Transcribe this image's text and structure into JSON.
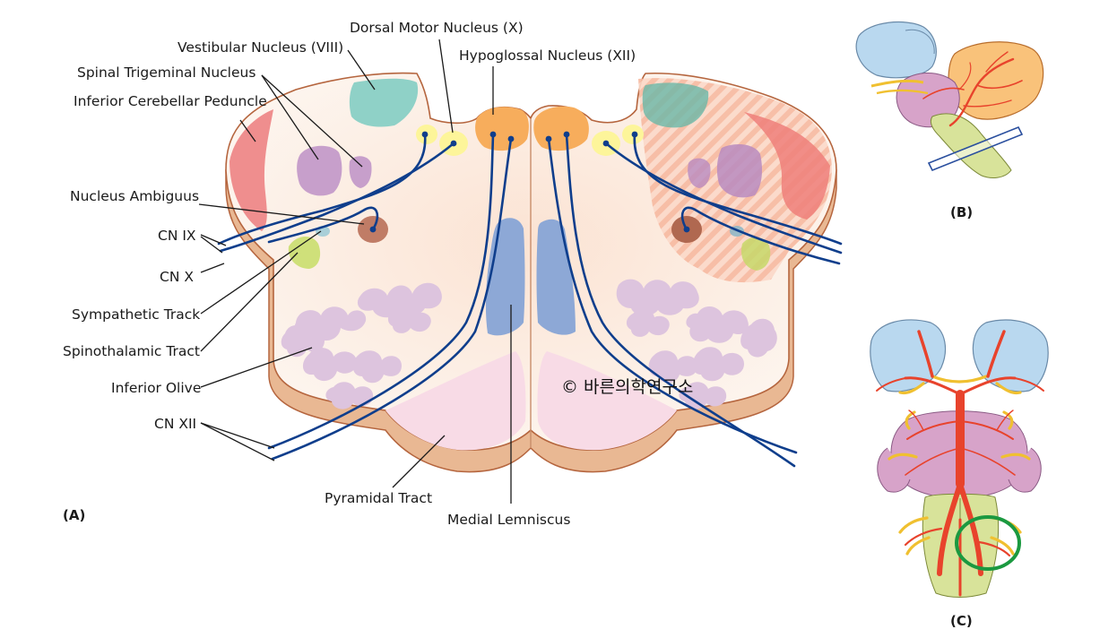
{
  "labels": {
    "dorsal_motor": "Dorsal Motor Nucleus (X)",
    "vestibular": "Vestibular Nucleus (VIII)",
    "hypoglossal": "Hypoglossal Nucleus (XII)",
    "spinal_trigeminal": "Spinal Trigeminal Nucleus",
    "inferior_cerebellar": "Inferior Cerebellar Peduncle",
    "nucleus_ambiguus": "Nucleus Ambiguus",
    "cn_ix": "CN IX",
    "cn_x": "CN X",
    "sympathetic": "Sympathetic Track",
    "spinothalamic": "Spinothalamic Tract",
    "inferior_olive": "Inferior Olive",
    "cn_xii": "CN XII",
    "pyramidal": "Pyramidal Tract",
    "medial_lemniscus": "Medial Lemniscus"
  },
  "panels": {
    "a": "(A)",
    "b": "(B)",
    "c": "(C)"
  },
  "copyright": "© 바른의학연구소",
  "colors": {
    "tissue": "#fdf1e8",
    "tissue_edge": "#b5653e",
    "side_wall": "#e9b893",
    "vestibular": "#8fd1c7",
    "icp": "#ef8e8e",
    "trigeminal": "#c79fcb",
    "ambiguus": "#c07c66",
    "sympathetic": "#a9cfd8",
    "spinothalamic": "#cfe07a",
    "olive": "#ddc4de",
    "hypoglossal": "#f7ad5c",
    "dorsal_motor": "#fdf59a",
    "lemniscus": "#8da8d6",
    "pyramid": "#f8dbe6",
    "nerve": "#0f3e8c",
    "artery": "#e8432c",
    "cerebellum": "#b9d8ef",
    "pons": "#d7a3c9",
    "medulla": "#d8e39a",
    "highlight_circle": "#1b9940"
  }
}
